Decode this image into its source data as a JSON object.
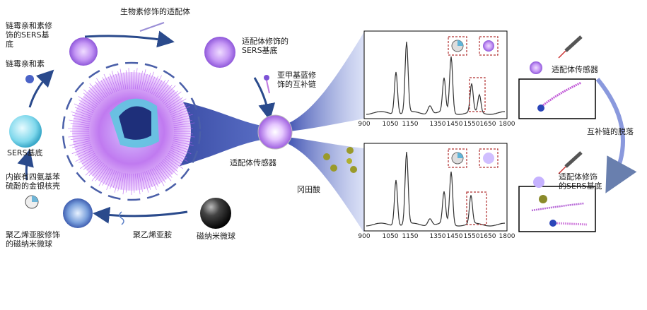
{
  "labels": {
    "biotin_aptamer": "生物素修饰的适配体",
    "streptavidin_sers": "链霉亲和素修\n饰的SERS基\n底",
    "aptamer_sers": "适配体修饰的\nSERS基底",
    "streptavidin": "链霉亲和素",
    "mb_complement": "亚甲基蓝修\n饰的互补链",
    "sers_substrate": "SERS基底",
    "aptasensor": "适配体传感器",
    "core_shell": "内嵌有四氨基苯\n硫酚的金银核壳",
    "pei_mnp": "聚乙烯亚胺修饰\n的磁纳米微球",
    "pei": "聚乙烯亚胺",
    "mnp": "磁纳米微球",
    "patulin": "冈田酸",
    "aptasensor_right": "适配体传感器",
    "release": "互补链的脱落",
    "aptamer_sers_right": "适配体修饰\n的SERS基底"
  },
  "spectra": {
    "x_ticks": [
      "900",
      "1050",
      "1150",
      "1350",
      "1450",
      "1550",
      "1650",
      "1800"
    ]
  },
  "colors": {
    "arrow": "#2a4a8c",
    "spectrum_line": "#333333",
    "highlight_box": "#b03030",
    "purple": "#9a5adf",
    "cyan": "#6fd6e6"
  }
}
